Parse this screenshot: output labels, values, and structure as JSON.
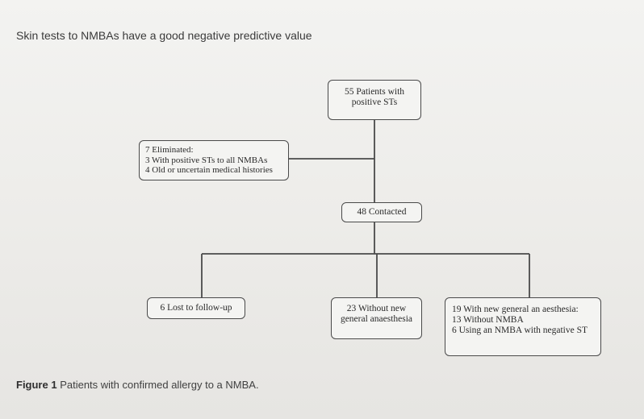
{
  "header": {
    "title": "Skin tests to NMBAs have a good negative predictive value"
  },
  "flowchart": {
    "top": {
      "lines": [
        "55 Patients with",
        "positive STs"
      ]
    },
    "eliminated": {
      "lines": [
        "7 Eliminated:",
        "3 With positive STs to all NMBAs",
        "4 Old or uncertain medical histories"
      ]
    },
    "contacted": {
      "lines": [
        "48 Contacted"
      ]
    },
    "lost": {
      "lines": [
        "6 Lost to follow-up"
      ]
    },
    "without_new": {
      "lines": [
        "23 Without new",
        "general anaesthesia"
      ]
    },
    "with_new": {
      "lines": [
        "19 With new general an aesthesia:",
        "13 Without NMBA",
        "6 Using an NMBA with negative ST"
      ]
    }
  },
  "caption": {
    "label": "Figure 1",
    "text": " Patients with confirmed allergy to a NMBA."
  }
}
